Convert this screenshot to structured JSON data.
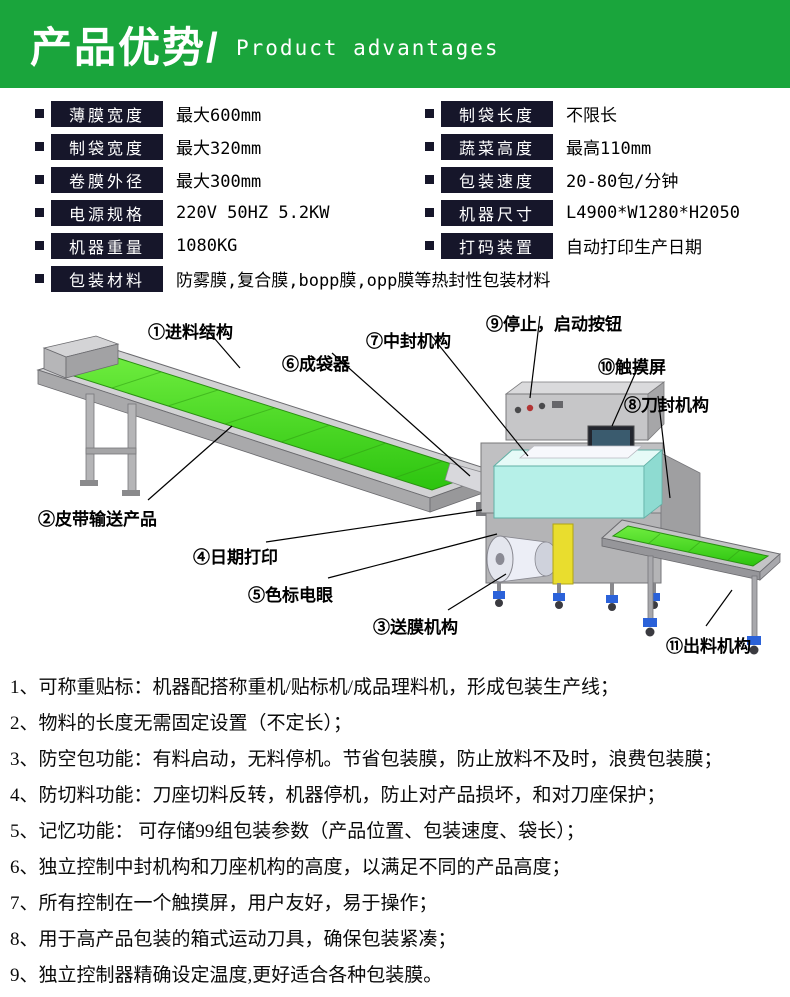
{
  "header": {
    "title_cn": "产品优势/",
    "title_en": "Product advantages"
  },
  "colors": {
    "header_green": "#1aa53c",
    "label_dark": "#16162a",
    "belt_green": "#3fd41c",
    "hood_cyan": "#b6f0e8",
    "foot_blue": "#2b62d9"
  },
  "specs": {
    "left": [
      {
        "label": "薄膜宽度",
        "value": "最大600mm"
      },
      {
        "label": "制袋宽度",
        "value": "最大320mm"
      },
      {
        "label": "卷膜外径",
        "value": "最大300mm"
      },
      {
        "label": "电源规格",
        "value": "220V 50HZ 5.2KW"
      },
      {
        "label": "机器重量",
        "value": "1080KG"
      },
      {
        "label": "包装材料",
        "value": "防雾膜,复合膜,bopp膜,opp膜等热封性包装材料"
      }
    ],
    "right": [
      {
        "label": "制袋长度",
        "value": "不限长"
      },
      {
        "label": "蔬菜高度",
        "value": "最高110mm"
      },
      {
        "label": "包装速度",
        "value": "20-80包/分钟"
      },
      {
        "label": "机器尺寸",
        "value": "L4900*W1280*H2050"
      },
      {
        "label": "打码装置",
        "value": "自动打印生产日期"
      }
    ]
  },
  "diagram": {
    "callouts": [
      {
        "text": "①进料结构"
      },
      {
        "text": "②皮带输送产品"
      },
      {
        "text": "③送膜机构"
      },
      {
        "text": "④日期打印"
      },
      {
        "text": "⑤色标电眼"
      },
      {
        "text": "⑥成袋器"
      },
      {
        "text": "⑦中封机构"
      },
      {
        "text": "⑧刀封机构"
      },
      {
        "text": "⑨停止，启动按钮"
      },
      {
        "text": "⑩触摸屏"
      },
      {
        "text": "⑪出料机构"
      }
    ]
  },
  "features": [
    "1、可称重贴标：机器配搭称重机/贴标机/成品理料机，形成包装生产线；",
    "2、物料的长度无需固定设置（不定长）；",
    "3、防空包功能：有料启动，无料停机。节省包装膜，防止放料不及时，浪费包装膜；",
    "4、防切料功能：刀座切料反转，机器停机，防止对产品损坏，和对刀座保护；",
    "5、记忆功能： 可存储99组包装参数（产品位置、包装速度、袋长）；",
    "6、独立控制中封机构和刀座机构的高度，以满足不同的产品高度；",
    "7、所有控制在一个触摸屏，用户友好，易于操作；",
    "8、用于高产品包装的箱式运动刀具，确保包装紧凑；",
    "9、独立控制器精确设定温度,更好适合各种包装膜。"
  ]
}
